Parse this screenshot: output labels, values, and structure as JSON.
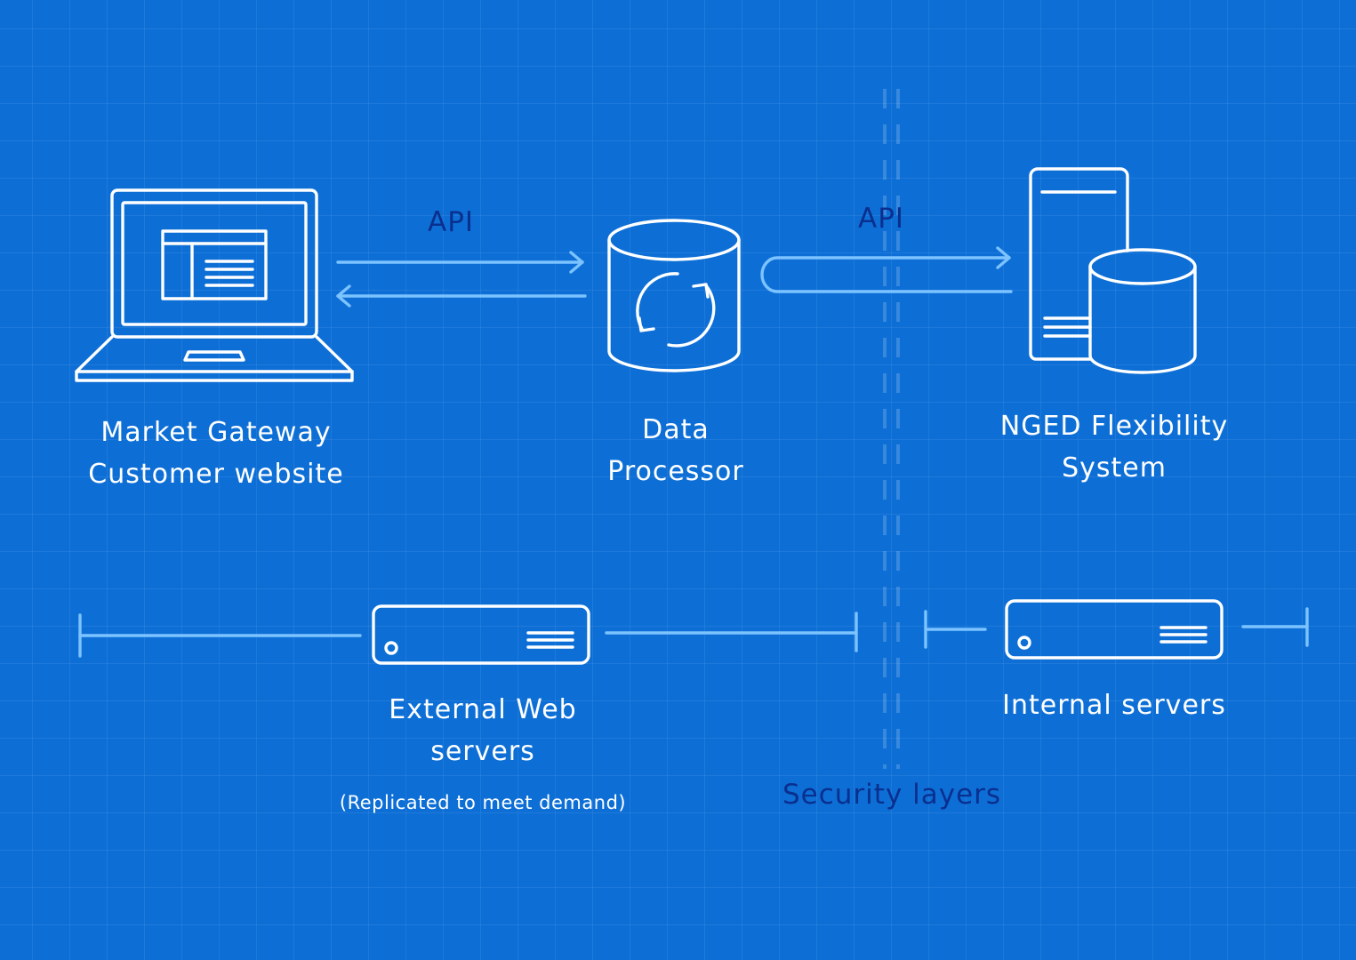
{
  "nodes": {
    "laptop": {
      "label_line1": "Market Gateway",
      "label_line2": "Customer website"
    },
    "processor": {
      "label_line1": "Data",
      "label_line2": "Processor"
    },
    "nged": {
      "label_line1": "NGED Flexibility",
      "label_line2": "System"
    },
    "external_server": {
      "label_line1": "External Web",
      "label_line2": "servers",
      "note": "(Replicated to meet demand)"
    },
    "internal_server": {
      "label": "Internal servers"
    }
  },
  "connections": {
    "api_left": "API",
    "api_right": "API"
  },
  "security": {
    "label": "Security layers"
  },
  "colors": {
    "background": "#0d6fd6",
    "line": "#ffffff",
    "arrow": "#7cc3ff",
    "accent_text": "#0a2f8e"
  }
}
